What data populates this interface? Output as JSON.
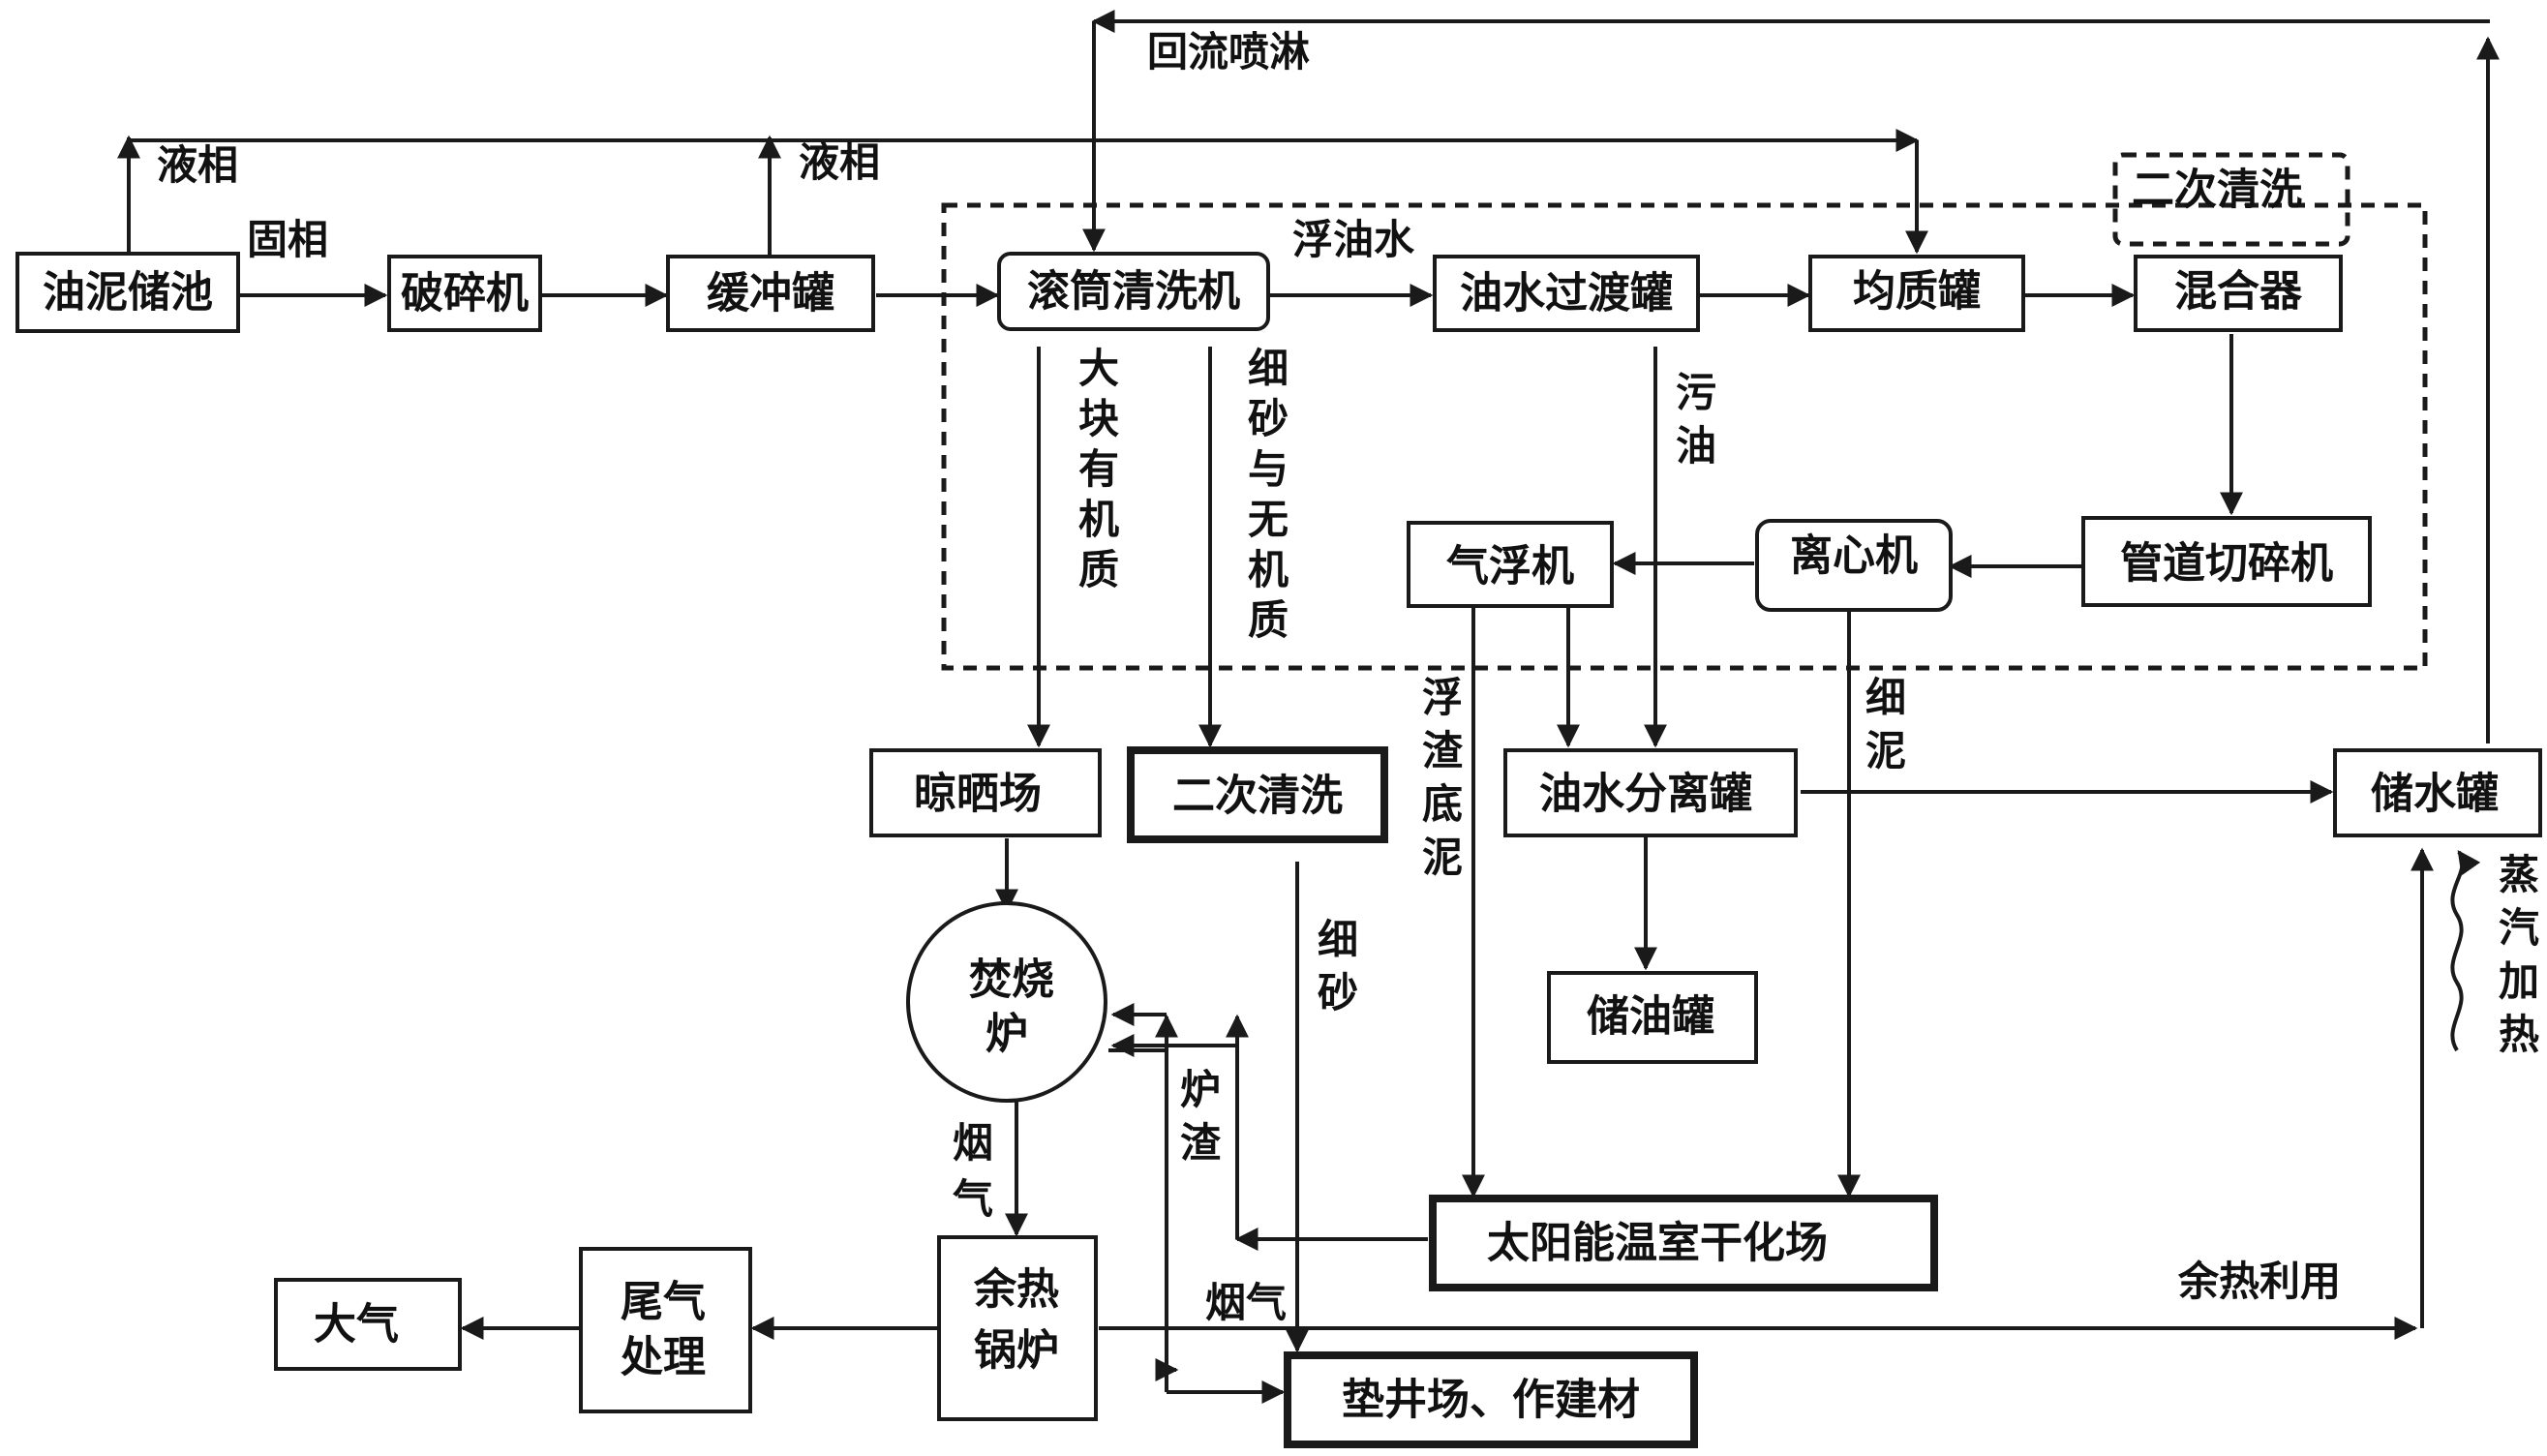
{
  "nodes": {
    "sludge_pool": "油泥储池",
    "crusher": "破碎机",
    "buffer_tank": "缓冲罐",
    "drum_washer": "滚筒清洗机",
    "oil_water_transition_tank": "油水过渡罐",
    "homogenizing_tank": "均质罐",
    "mixer": "混合器",
    "secondary_wash_top": "二次清洗",
    "pipe_shredder": "管道切碎机",
    "centrifuge": "离心机",
    "air_flotation": "气浮机",
    "drying_yard": "晾晒场",
    "secondary_wash": "二次清洗",
    "incinerator_line1": "焚烧",
    "incinerator_line2": "炉",
    "oil_water_separator": "油水分离罐",
    "water_tank": "储水罐",
    "oil_tank": "储油罐",
    "solar_greenhouse": "太阳能温室干化场",
    "waste_heat_boiler_line1": "余热",
    "waste_heat_boiler_line2": "锅炉",
    "tail_gas_line1": "尾气",
    "tail_gas_line2": "处理",
    "atmosphere": "大气",
    "well_pad": "垫井场、作建材"
  },
  "edge_labels": {
    "reflux_spray": "回流喷淋",
    "liquid_phase_1": "液相",
    "liquid_phase_2": "液相",
    "solid_phase": "固相",
    "floating_oil_water": "浮油水",
    "large_organic": "大块有机质",
    "fine_sand_inorganic": "细砂与无机质",
    "waste_oil": "污油",
    "scum_sludge": "浮渣底泥",
    "fine_mud": "细泥",
    "fine_sand": "细砂",
    "furnace_slag": "炉渣",
    "flue_gas_1": "烟气",
    "flue_gas_2": "烟气",
    "waste_heat_use": "余热利用",
    "steam_heating": "蒸汽加热"
  }
}
